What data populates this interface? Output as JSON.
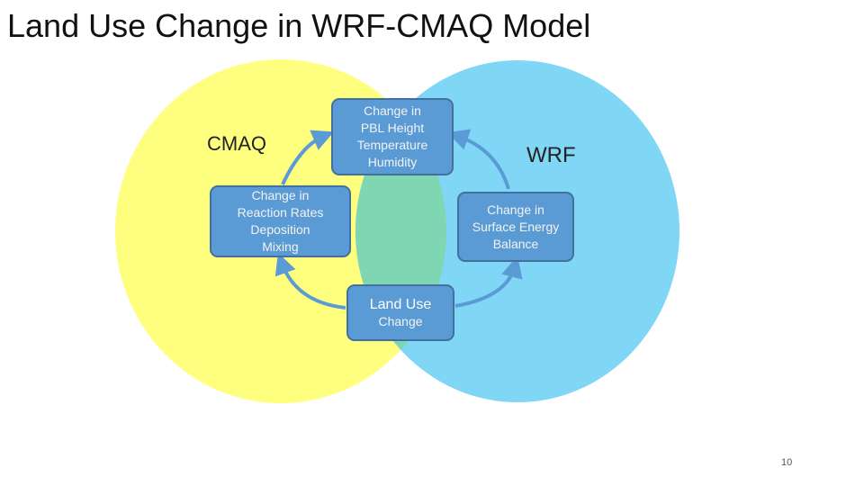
{
  "title": "Land Use Change in WRF-CMAQ Model",
  "colors": {
    "cmaq_circle": "#ffff7f",
    "wrf_circle": "#7fd6f5",
    "overlap": "#7fd6b3",
    "box_fill": "#5b9bd5",
    "box_border": "#41719c",
    "arrow": "#5b9bd5"
  },
  "circles": {
    "cmaq_label": "CMAQ",
    "wrf_label": "WRF"
  },
  "boxes": {
    "pbl": {
      "lines": [
        "Change in",
        "PBL Height",
        "Temperature",
        "Humidity"
      ]
    },
    "reaction": {
      "lines": [
        "Change in",
        "Reaction Rates",
        "Deposition",
        "Mixing"
      ]
    },
    "surface": {
      "lines": [
        "Change in",
        "Surface Energy",
        "Balance"
      ]
    },
    "land_use": {
      "lines": [
        "Land Use",
        "Change"
      ]
    }
  },
  "page_number": "10"
}
